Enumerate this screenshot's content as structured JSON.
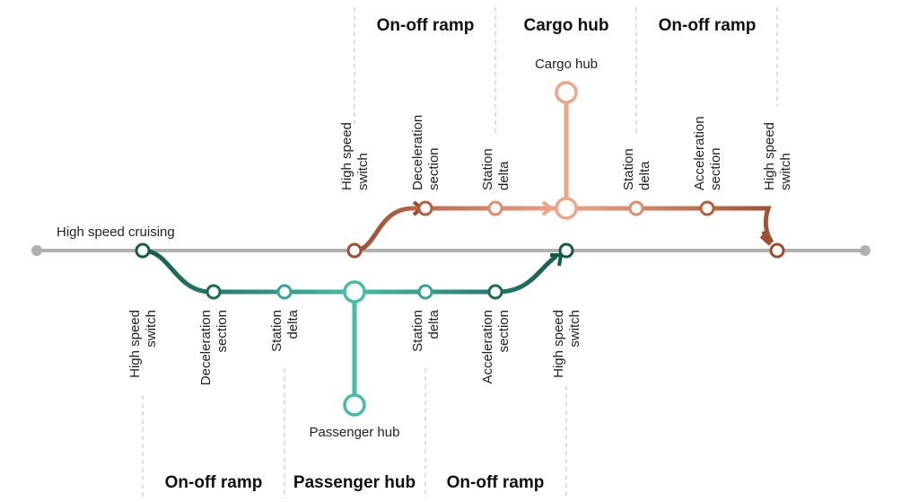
{
  "colors": {
    "main_line": "#b0b0b0",
    "passenger_dark": "#145a4b",
    "passenger_light": "#45bca7",
    "cargo_dark": "#9e4e30",
    "cargo_light": "#f0a486"
  },
  "top_sections": [
    "On-off ramp",
    "Cargo hub",
    "On-off ramp"
  ],
  "bottom_sections": [
    "On-off ramp",
    "Passenger hub",
    "On-off ramp"
  ],
  "cruising_label": "High speed cruising",
  "cargo_hub_label": "Cargo hub",
  "passenger_hub_label": "Passenger hub",
  "top_nodes": [
    [
      "High speed",
      "switch"
    ],
    [
      "Deceleration",
      "section"
    ],
    [
      "Station",
      "delta"
    ],
    [
      "Station",
      "delta"
    ],
    [
      "Acceleration",
      "section"
    ],
    [
      "High speed",
      "switch"
    ]
  ],
  "bottom_nodes": [
    [
      "High speed",
      "switch"
    ],
    [
      "Deceleration",
      "section"
    ],
    [
      "Station",
      "delta"
    ],
    [
      "Station",
      "delta"
    ],
    [
      "Acceleration",
      "section"
    ],
    [
      "High speed",
      "switch"
    ]
  ]
}
